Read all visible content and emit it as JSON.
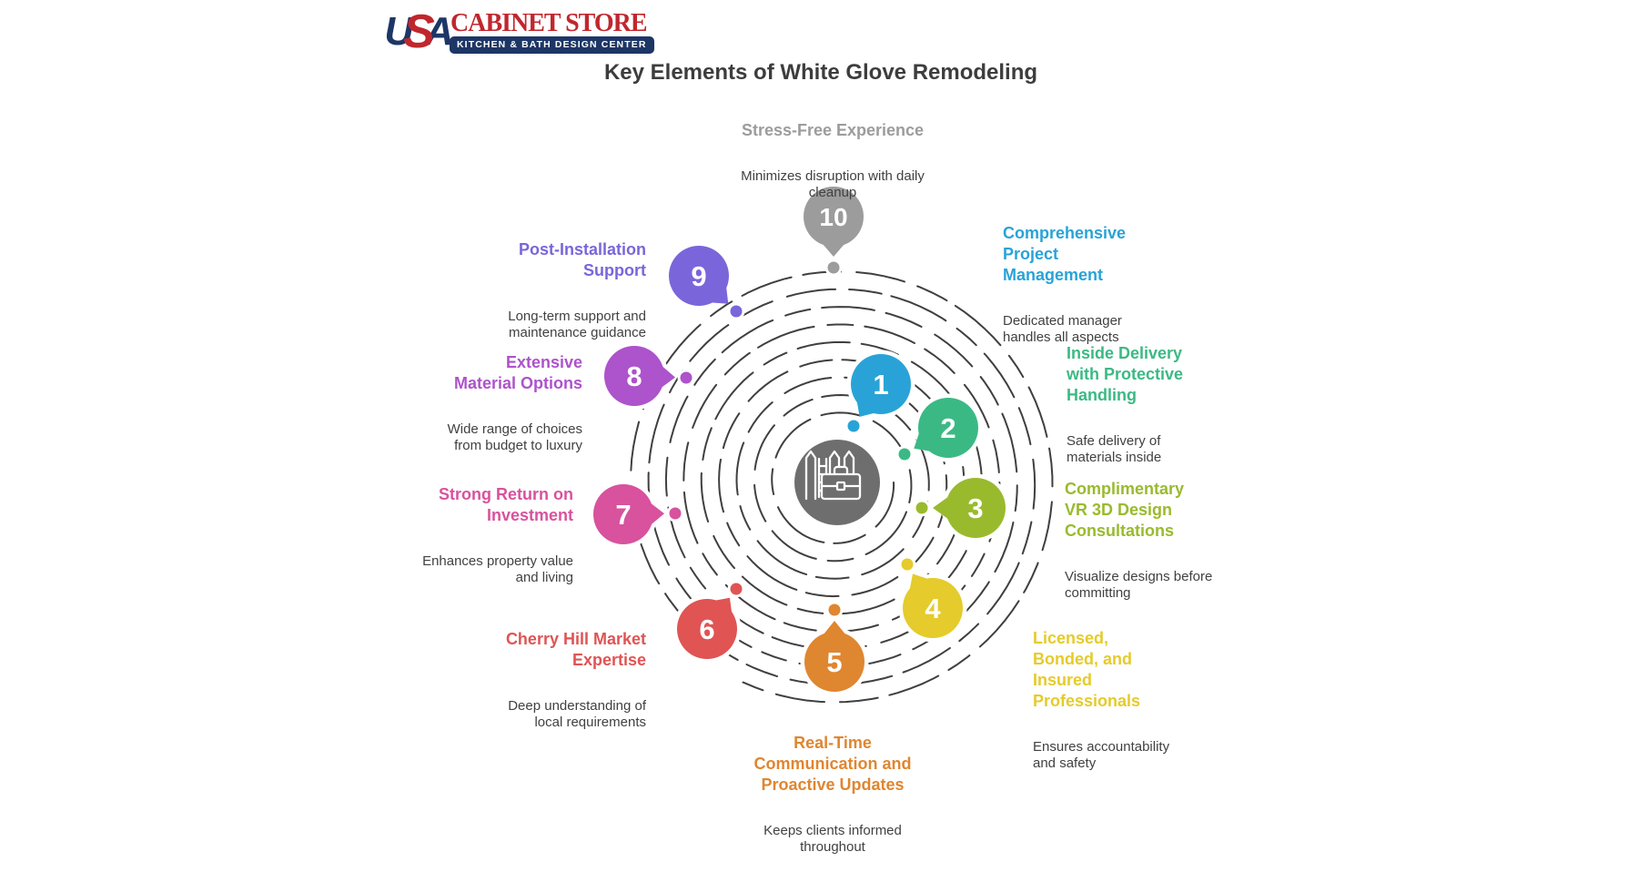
{
  "logo": {
    "usa_u": "U",
    "usa_s": "S",
    "usa_a": "A",
    "name": "CABINET STORE",
    "tagline": "KITCHEN & BATH DESIGN CENTER",
    "brand_red": "#c0272d",
    "brand_navy": "#1d3666"
  },
  "title": "Key Elements of White Glove Remodeling",
  "center_icon": "remodeling-fence-and-toolbox",
  "items": [
    {
      "number": "1",
      "title": "Comprehensive\nProject\nManagement",
      "description": "Dedicated manager\nhandles all aspects",
      "color": "#29a3d7"
    },
    {
      "number": "2",
      "title": "Inside Delivery\nwith Protective\nHandling",
      "description": "Safe delivery of\nmaterials inside",
      "color": "#3bb985"
    },
    {
      "number": "3",
      "title": "Complimentary\nVR 3D Design\nConsultations",
      "description": "Visualize designs before\ncommitting",
      "color": "#9aba2e"
    },
    {
      "number": "4",
      "title": "Licensed,\nBonded, and\nInsured\nProfessionals",
      "description": "Ensures accountability\nand safety",
      "color": "#e5cb2b"
    },
    {
      "number": "5",
      "title": "Real-Time\nCommunication and\nProactive Updates",
      "description": "Keeps clients informed\nthroughout",
      "color": "#df8630"
    },
    {
      "number": "6",
      "title": "Cherry Hill Market\nExpertise",
      "description": "Deep understanding of\nlocal requirements",
      "color": "#e05454"
    },
    {
      "number": "7",
      "title": "Strong Return on\nInvestment",
      "description": "Enhances property value\nand living",
      "color": "#d8529e"
    },
    {
      "number": "8",
      "title": "Extensive\nMaterial Options",
      "description": "Wide range of choices\nfrom budget to luxury",
      "color": "#ad53cb"
    },
    {
      "number": "9",
      "title": "Post-Installation\nSupport",
      "description": "Long-term support and\nmaintenance guidance",
      "color": "#7a66da"
    },
    {
      "number": "10",
      "title": "Stress-Free Experience",
      "description": "Minimizes disruption with daily\ncleanup",
      "color": "#9c9c9c"
    }
  ],
  "colors": {
    "spiral_line": "#3f3f3f",
    "center_circle": "#6e6e6e",
    "text_dark": "#3d3d3d"
  }
}
